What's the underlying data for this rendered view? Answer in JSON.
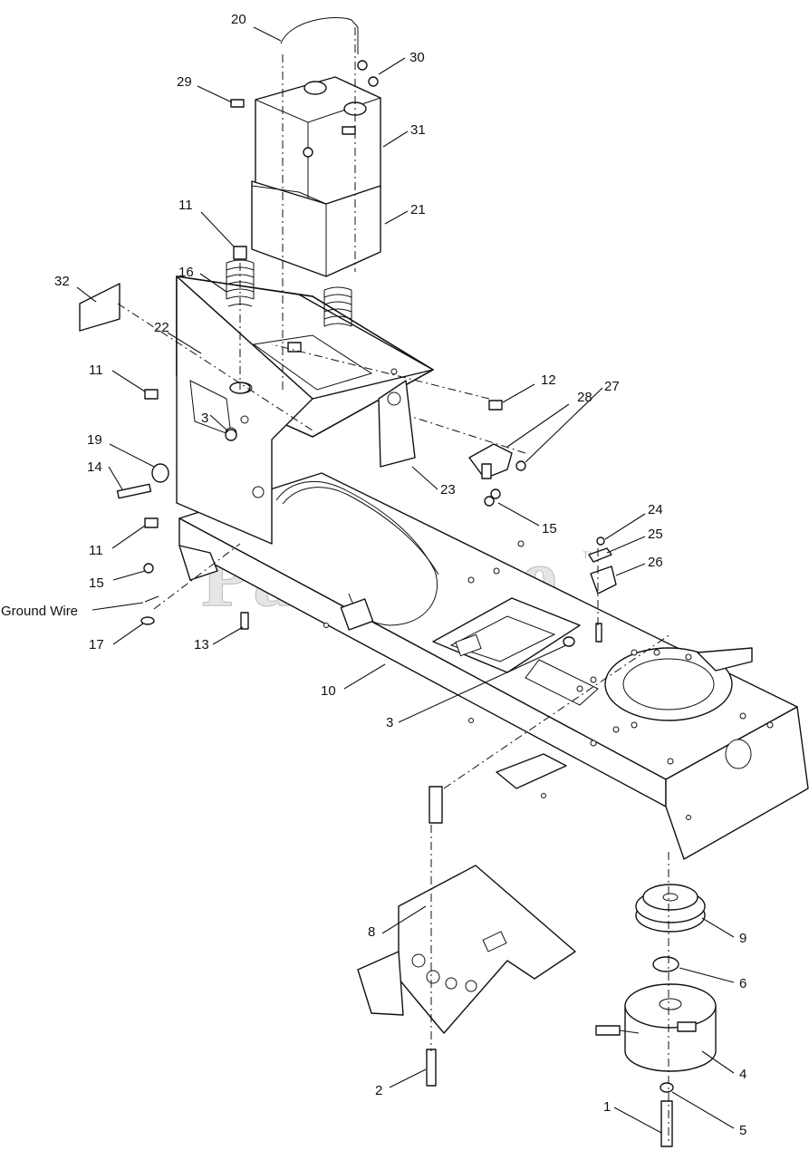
{
  "watermark": {
    "text": "PartsTree",
    "tm": "TM"
  },
  "callouts": [
    {
      "id": "c20",
      "text": "20"
    },
    {
      "id": "c30",
      "text": "30"
    },
    {
      "id": "c29",
      "text": "29"
    },
    {
      "id": "c31",
      "text": "31"
    },
    {
      "id": "c21",
      "text": "21"
    },
    {
      "id": "c11a",
      "text": "11"
    },
    {
      "id": "c16",
      "text": "16"
    },
    {
      "id": "c32",
      "text": "32"
    },
    {
      "id": "c22",
      "text": "22"
    },
    {
      "id": "c11b",
      "text": "11"
    },
    {
      "id": "c3a",
      "text": "3"
    },
    {
      "id": "c12",
      "text": "12"
    },
    {
      "id": "c28",
      "text": "28"
    },
    {
      "id": "c27",
      "text": "27"
    },
    {
      "id": "c19",
      "text": "19"
    },
    {
      "id": "c14",
      "text": "14"
    },
    {
      "id": "c23",
      "text": "23"
    },
    {
      "id": "c15a",
      "text": "15"
    },
    {
      "id": "c11c",
      "text": "11"
    },
    {
      "id": "c24",
      "text": "24"
    },
    {
      "id": "c25",
      "text": "25"
    },
    {
      "id": "c15b",
      "text": "15"
    },
    {
      "id": "c26",
      "text": "26"
    },
    {
      "id": "cgw",
      "text": "Ground Wire"
    },
    {
      "id": "c17",
      "text": "17"
    },
    {
      "id": "c13",
      "text": "13"
    },
    {
      "id": "c10",
      "text": "10"
    },
    {
      "id": "c3b",
      "text": "3"
    },
    {
      "id": "c8",
      "text": "8"
    },
    {
      "id": "c9",
      "text": "9"
    },
    {
      "id": "c6",
      "text": "6"
    },
    {
      "id": "c4",
      "text": "4"
    },
    {
      "id": "c2",
      "text": "2"
    },
    {
      "id": "c1",
      "text": "1"
    },
    {
      "id": "c5",
      "text": "5"
    }
  ]
}
